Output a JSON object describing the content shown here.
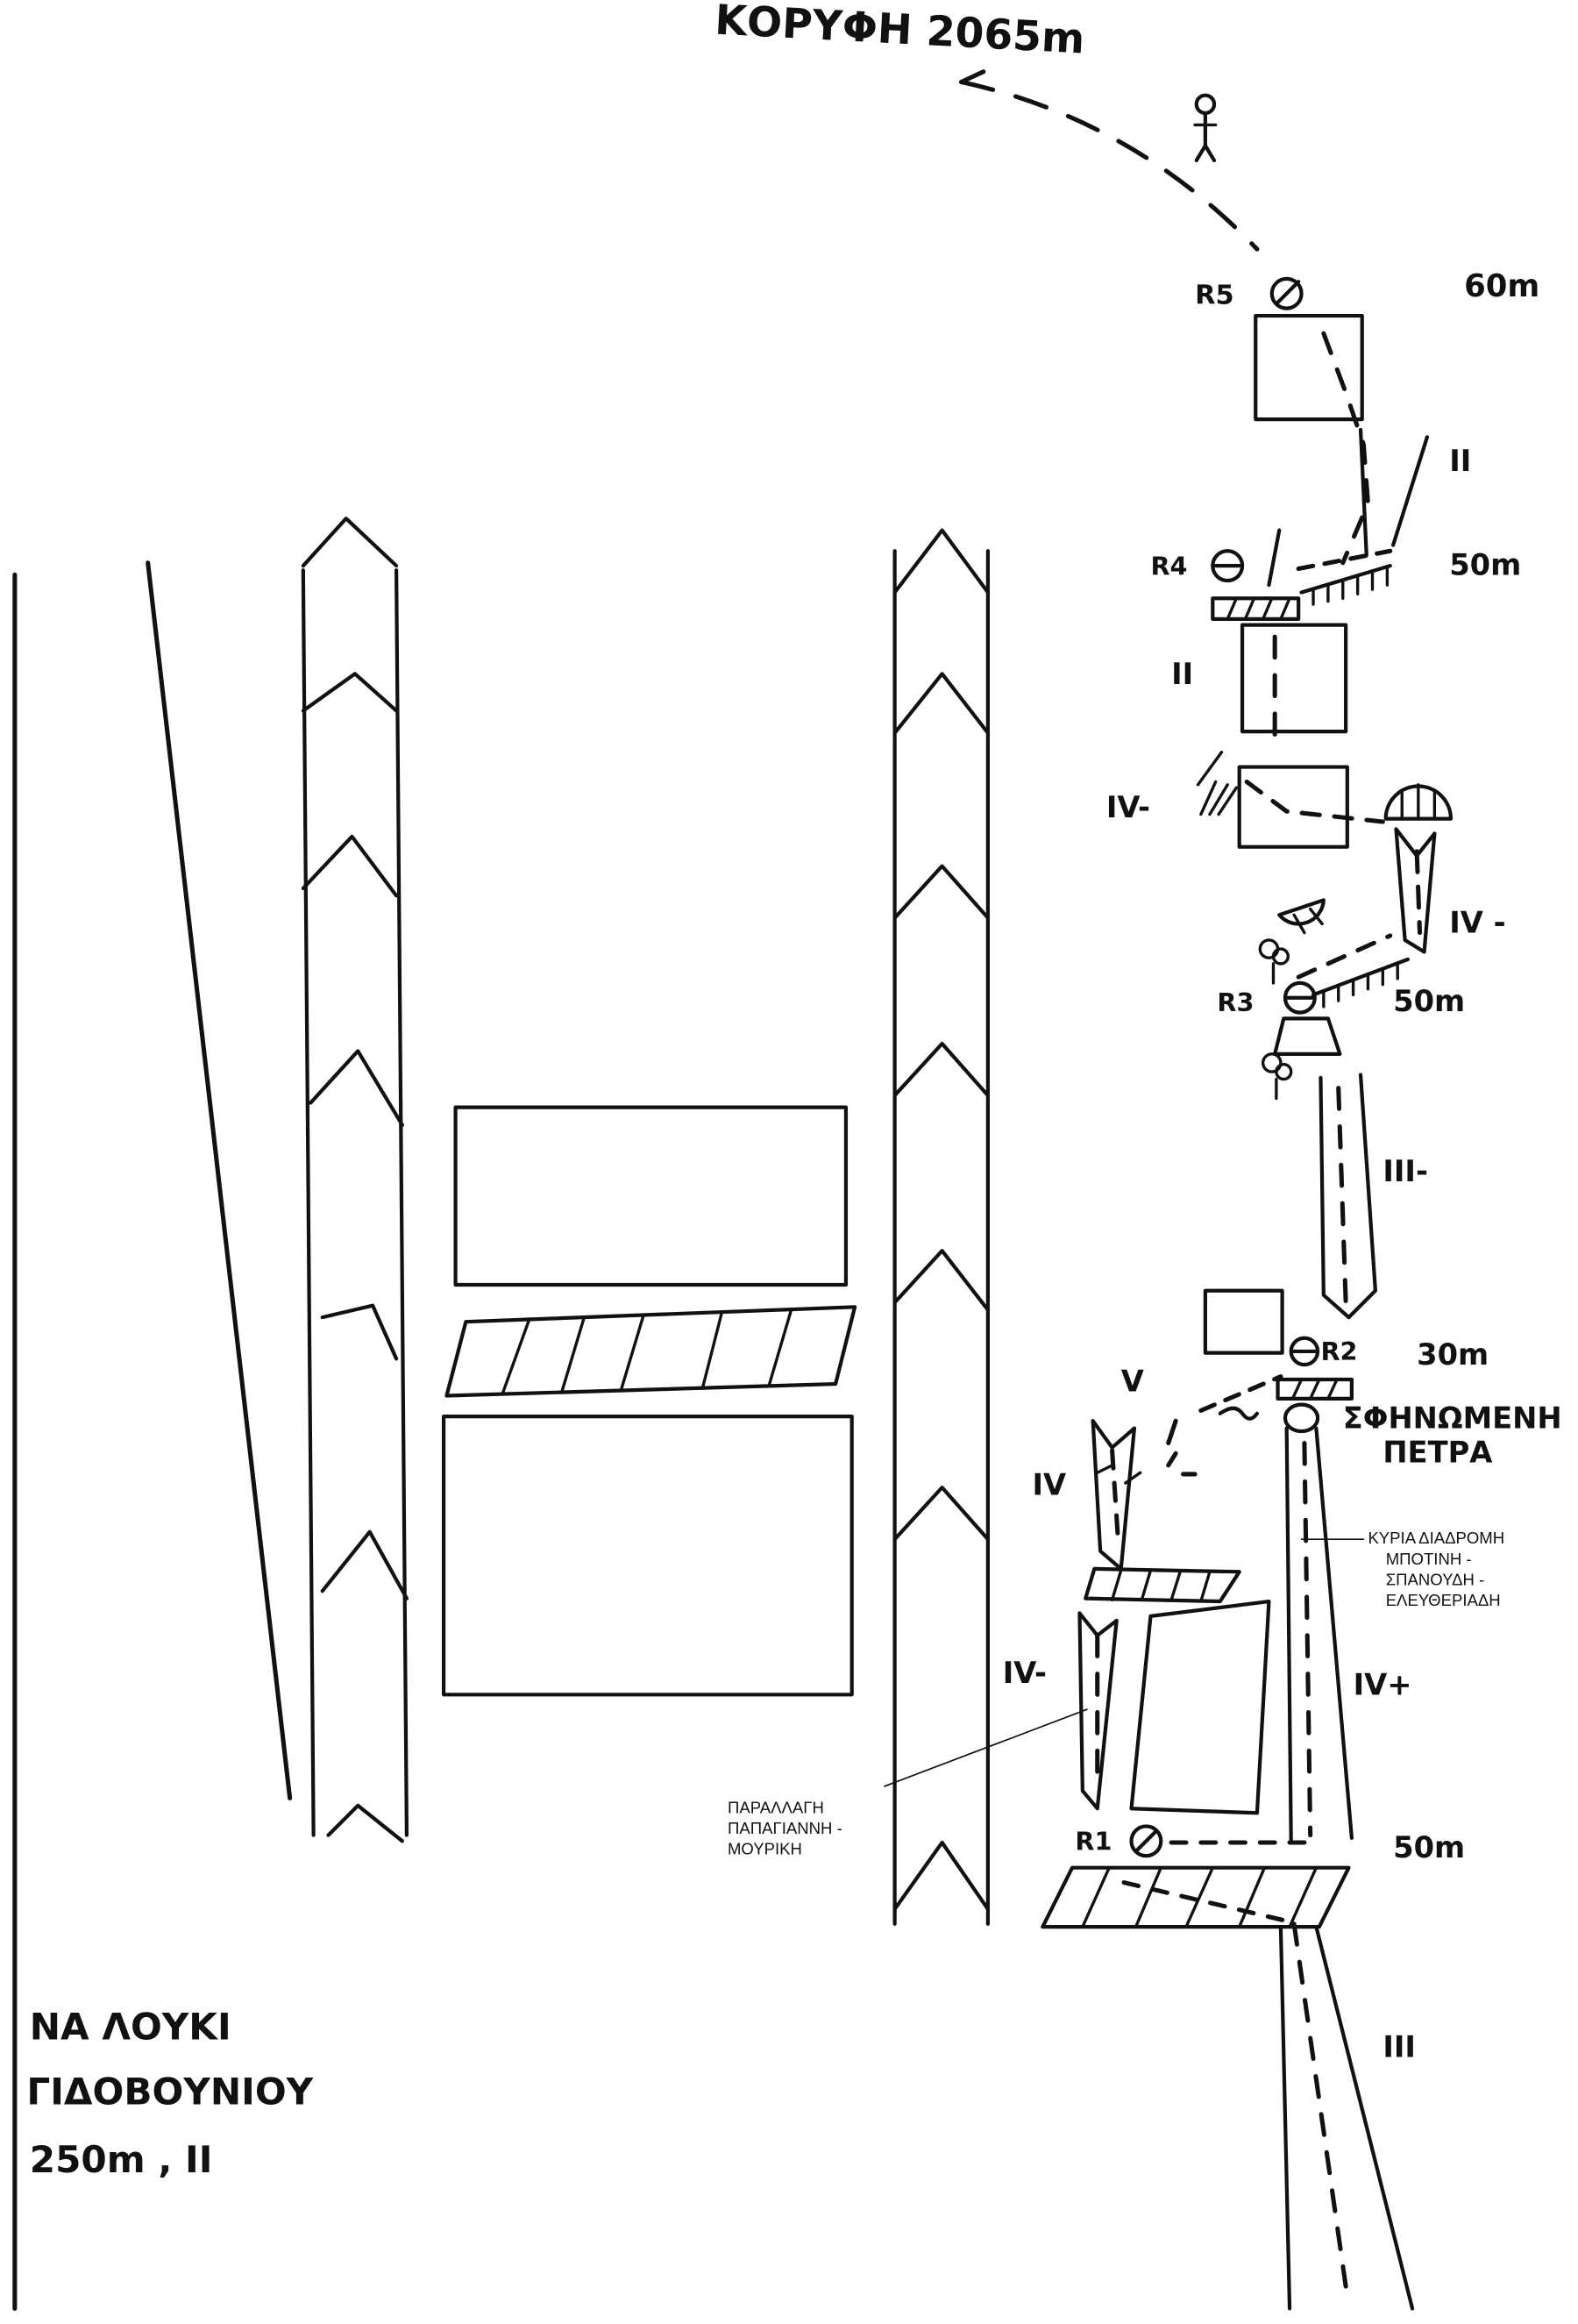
{
  "summit": {
    "label": "ΚΟΡΥΦΗ 2065m"
  },
  "route_name": {
    "line1": "ΝΑ ΛΟΥΚΙ",
    "line2": "ΓΙΔΟΒΟΥΝΙΟΥ",
    "line3": "250m , II"
  },
  "belays": [
    {
      "id": "R5",
      "label": "R5",
      "pitch_length": "60m"
    },
    {
      "id": "R4",
      "label": "R4",
      "pitch_length": "50m"
    },
    {
      "id": "R3",
      "label": "R3",
      "pitch_length": "50m"
    },
    {
      "id": "R2",
      "label": "R2",
      "pitch_length": "30m"
    },
    {
      "id": "R1",
      "label": "R1",
      "pitch_length": "50m"
    }
  ],
  "grades": {
    "g_r5_r4": "II",
    "g_r4_ledge": "II",
    "g_ledge_left": "IV-",
    "g_r3_upper": "IV -",
    "g_r3_r2": "III-",
    "g_v": "V",
    "g_left_upper": "IV",
    "g_left_lower": "IV-",
    "g_main": "IV+",
    "g_approach": "III"
  },
  "features": {
    "stone": {
      "line1": "ΣΦΗΝΩΜΕΝΗ",
      "line2": "ΠΕΤΡΑ"
    }
  },
  "annotations": {
    "main_route": {
      "line1": "ΚΥΡΙΑ ΔΙΑΔΡΟΜΗ",
      "line2": "ΜΠΟΤΙΝΗ -",
      "line3": "ΣΠΑΝΟΥΔΗ -",
      "line4": "ΕΛΕΥΘΕΡΙΑΔΗ"
    },
    "variation": {
      "line1": "ΠΑΡΑΛΛΑΓΗ",
      "line2": "ΠΑΠΑΓΙΑΝΝΗ -",
      "line3": "ΜΟΥΡΙΚΗ"
    }
  }
}
